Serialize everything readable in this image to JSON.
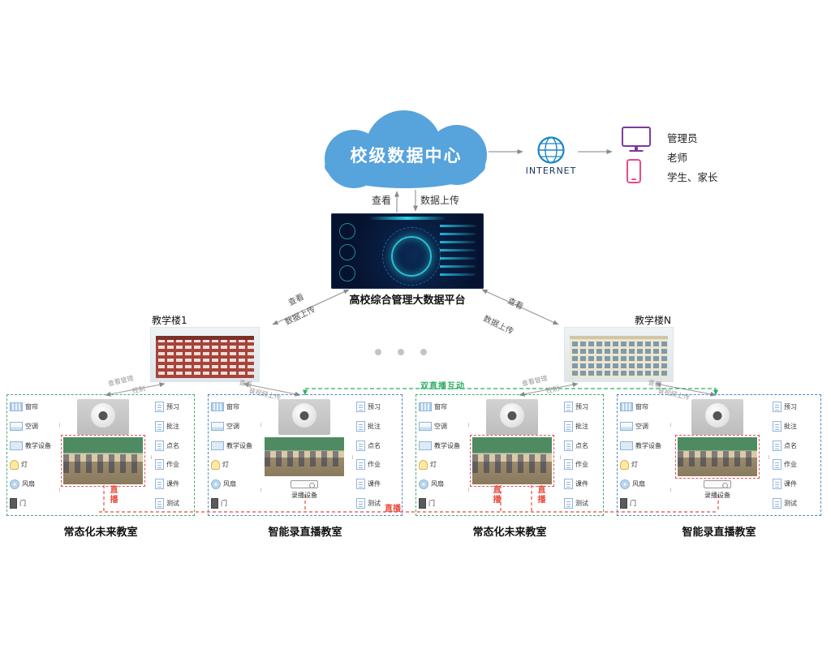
{
  "cloud": {
    "label": "校级数据中心"
  },
  "internet": {
    "label": "INTERNET"
  },
  "users": {
    "admin": "管理员",
    "teacher": "老师",
    "student_parent": "学生、家长"
  },
  "platform": {
    "caption": "高校综合管理大数据平台"
  },
  "flows": {
    "view": "查看",
    "upload": "数据上传",
    "view_manage": "查看管理",
    "control": "控制",
    "av_upload": "音视频上传",
    "live": "直播",
    "dual_live": "双直播互动"
  },
  "buildings": {
    "b1": "教学楼1",
    "bn": "教学楼N"
  },
  "classroom": {
    "left_items": [
      "窗帘",
      "空调",
      "教学设备",
      "灯",
      "风扇",
      "门"
    ],
    "right_items": [
      "预习",
      "批注",
      "点名",
      "作业",
      "课件",
      "测试"
    ],
    "recorder_label": "录播设备"
  },
  "groups": [
    {
      "caption": "常态化未来教室"
    },
    {
      "caption": "智能录直播教室"
    },
    {
      "caption": "常态化未来教室"
    },
    {
      "caption": "智能录直播教室"
    }
  ],
  "colors": {
    "cloud_blue": "#57a3dc",
    "live_red": "#e74c3c",
    "dual_green": "#2eaf62",
    "group_green": "#45a86f",
    "group_blue": "#4a86c8"
  }
}
